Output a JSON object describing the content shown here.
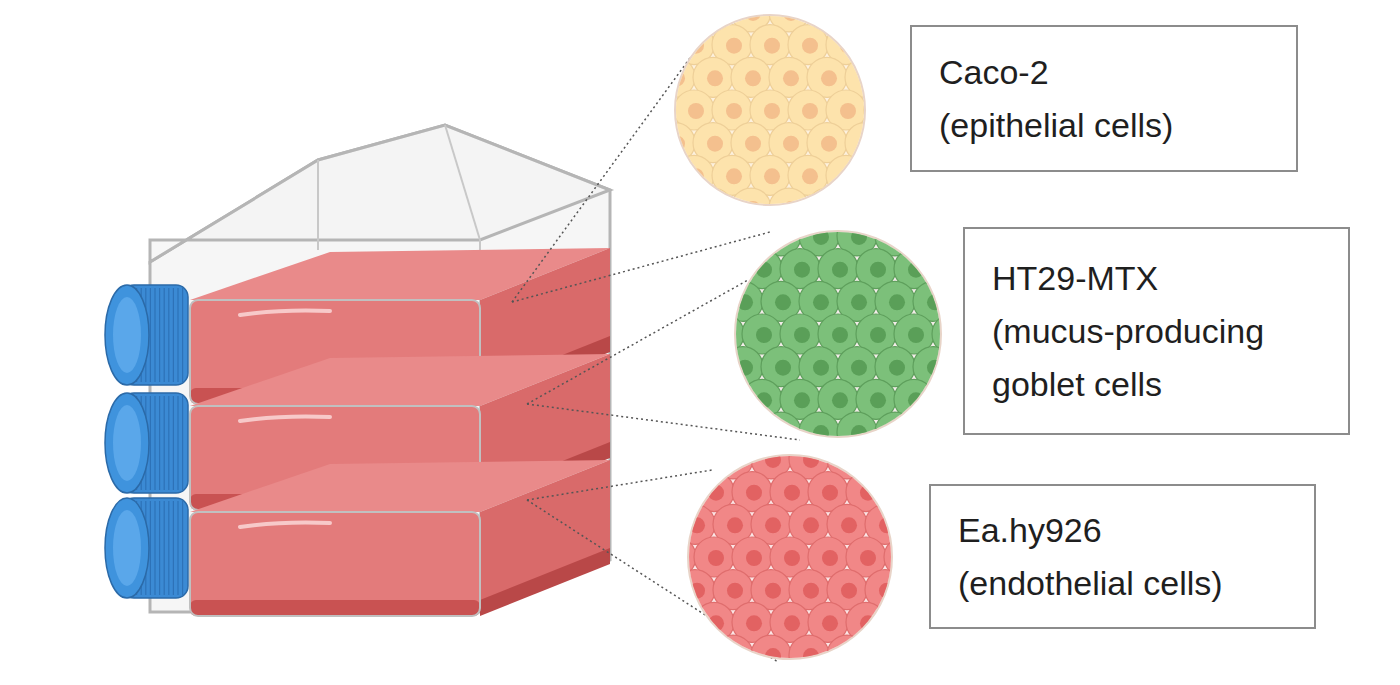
{
  "diagram": {
    "nodes": [
      {
        "text": [
          "Caco-2 (epithelial cells)"
        ]
      },
      {
        "text": [
          "HT29-MTX (mucus-producing goblet cells"
        ]
      },
      {
        "text": [
          "Ea.hy926 (endothelial cells)"
        ]
      }
    ]
  }
}
